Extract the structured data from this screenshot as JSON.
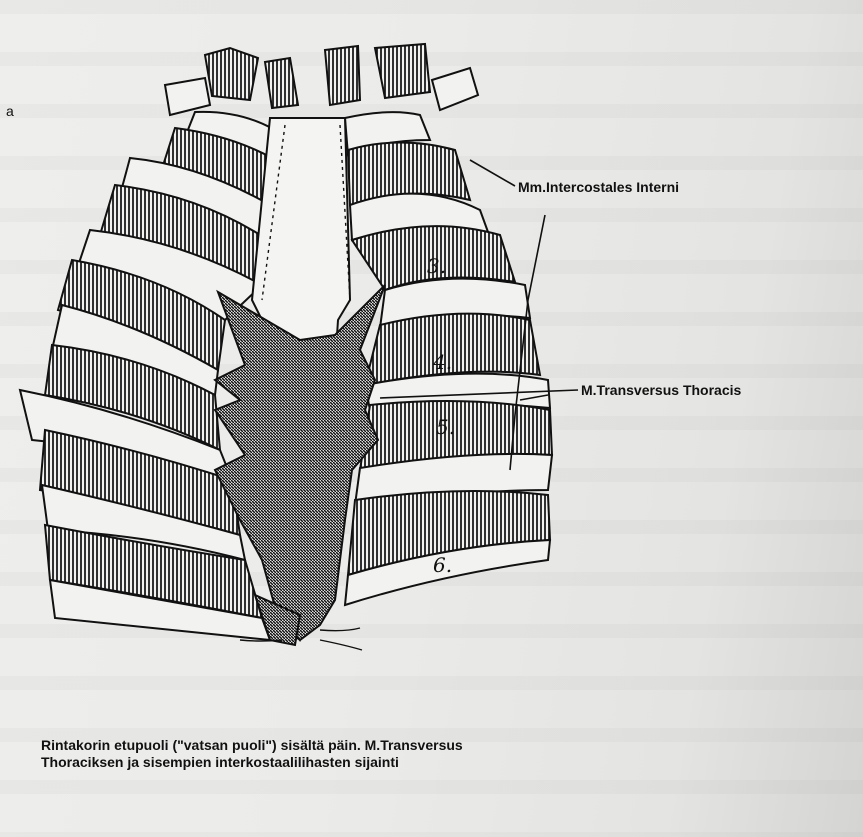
{
  "edge_letter": "a",
  "labels": {
    "intercostales": "Mm.Intercostales Interni",
    "transversus": "M.Transversus Thoracis"
  },
  "rib_numbers": [
    "3.",
    "4.",
    "5.",
    "6."
  ],
  "caption": {
    "line1": "Rintakorin etupuoli (\"vatsan puoli\")  sisältä päin. M.Transversus",
    "line2": "Thoraciksen ja sisempien interkostaalilihasten sijainti"
  }
}
